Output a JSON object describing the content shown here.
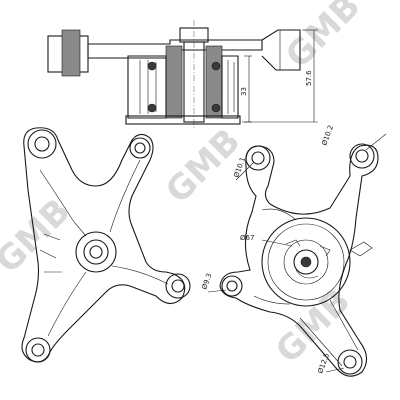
{
  "watermark": "GMB",
  "dimensions": {
    "height_total": "57.6",
    "height_pulley": "33",
    "hole_top_right": "Ø10.2",
    "hole_top_left": "Ø10.1",
    "pulley_diameter": "Ø67",
    "hole_left": "Ø9.3",
    "hole_bottom": "Ø12.5"
  }
}
